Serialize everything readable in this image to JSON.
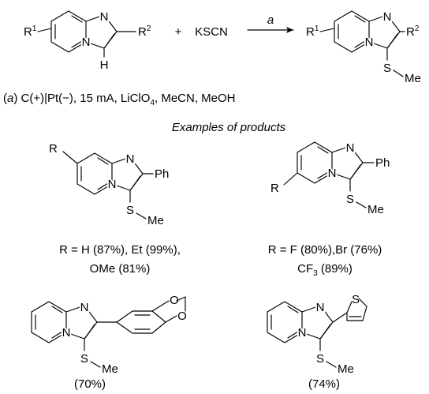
{
  "reaction": {
    "reactant": {
      "r1": "R",
      "r1_sup": "1",
      "r2": "R",
      "r2_sup": "2",
      "n": "N",
      "h": "H"
    },
    "plus": "+",
    "reagent": "KSCN",
    "arrow_label": "a",
    "product": {
      "r1": "R",
      "r1_sup": "1",
      "r2": "R",
      "r2_sup": "2",
      "n": "N",
      "s": "S",
      "me": "Me"
    }
  },
  "conditions": {
    "prefix": "(",
    "tag": "a",
    "body": ") C(+)|Pt(−), 15 mA, LiClO",
    "sub4": "4",
    "rest": ", MeCN, MeOH"
  },
  "examples_heading": "Examples of products",
  "examples": [
    {
      "substituent": "R",
      "aryl": "Ph",
      "s": "S",
      "me": "Me",
      "n": "N",
      "caption_lines": [
        "R = H (87%), Et (99%),",
        "OMe (81%)"
      ]
    },
    {
      "substituent": "R",
      "aryl": "Ph",
      "s": "S",
      "me": "Me",
      "n": "N",
      "caption_line1": "R = F (80%),Br (76%)",
      "caption_line2_main": "CF",
      "caption_line2_sub": "3",
      "caption_line2_tail": " (89%)"
    },
    {
      "o": "O",
      "s": "S",
      "me": "Me",
      "n": "N",
      "caption": "(70%)"
    },
    {
      "thiophene_s": "S",
      "s": "S",
      "me": "Me",
      "n": "N",
      "caption": "(74%)"
    }
  ]
}
